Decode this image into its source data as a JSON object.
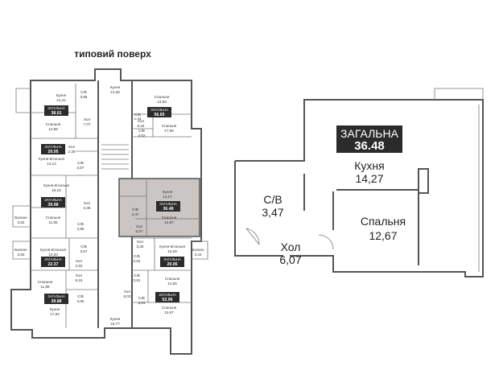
{
  "floor_title": "типовий поверх",
  "colors": {
    "highlight": "#c9c6c4",
    "badge": "#2b2b2b",
    "wall": "#555555"
  },
  "overview": {
    "rooms": [
      {
        "id": "a1-kitchen-l",
        "text": "Кухня"
      },
      {
        "id": "a1-kitchen-v",
        "text": "14,41"
      },
      {
        "id": "a1-total-t",
        "text": "ЗАГАЛЬНА"
      },
      {
        "id": "a1-total-v",
        "text": "38.01"
      },
      {
        "id": "a1-bath-l",
        "text": "С/В"
      },
      {
        "id": "a1-bath-v",
        "text": "3,85"
      },
      {
        "id": "a1-hall-l",
        "text": "Хол"
      },
      {
        "id": "a1-hall-v",
        "text": "7,07"
      },
      {
        "id": "a1-bed-l",
        "text": "Спальня"
      },
      {
        "id": "a1-bed-v",
        "text": "12,68"
      },
      {
        "id": "c-kitchen-l",
        "text": "Кухня"
      },
      {
        "id": "c-kitchen-v",
        "text": "13,28"
      },
      {
        "id": "a2-bed1-l",
        "text": "Спальня"
      },
      {
        "id": "a2-bed1-v",
        "text": "13,59"
      },
      {
        "id": "a2-total-t",
        "text": "ЗАГАЛЬНА"
      },
      {
        "id": "a2-total-v",
        "text": "56.65"
      },
      {
        "id": "a2-bath1-l",
        "text": "С/В"
      },
      {
        "id": "a2-bath1-v",
        "text": "1,44"
      },
      {
        "id": "a2-hall-l",
        "text": "Хол"
      },
      {
        "id": "a2-hall-v",
        "text": "6,34"
      },
      {
        "id": "a2-bath2-l",
        "text": "С/В"
      },
      {
        "id": "a2-bath2-v",
        "text": "3,62"
      },
      {
        "id": "a2-bed2-l",
        "text": "Спальня"
      },
      {
        "id": "a2-bed2-v",
        "text": "17,96"
      },
      {
        "id": "a3-total-t",
        "text": "ЗАГАЛЬНА"
      },
      {
        "id": "a3-total-v",
        "text": "20.05"
      },
      {
        "id": "a3-hall-l",
        "text": "Хол"
      },
      {
        "id": "a3-hall-v",
        "text": "2,25"
      },
      {
        "id": "a3-kl-l",
        "text": "Кухня-вітальня"
      },
      {
        "id": "a3-kl-v",
        "text": "14,14"
      },
      {
        "id": "a3-bath-l",
        "text": "С/В"
      },
      {
        "id": "a3-bath-v",
        "text": "3,57"
      },
      {
        "id": "a4-kl-l",
        "text": "Кухня-вітальня"
      },
      {
        "id": "a4-kl-v",
        "text": "19,16"
      },
      {
        "id": "a4-total-t",
        "text": "ЗАГАЛЬНА"
      },
      {
        "id": "a4-total-v",
        "text": "39.98"
      },
      {
        "id": "a4-hall-l",
        "text": "Хол"
      },
      {
        "id": "a4-hall-v",
        "text": "3,35"
      },
      {
        "id": "a4-balc-l",
        "text": "Балкон"
      },
      {
        "id": "a4-balc-v",
        "text": "3,52"
      },
      {
        "id": "a4-bed-l",
        "text": "Спальня"
      },
      {
        "id": "a4-bed-v",
        "text": "11,55"
      },
      {
        "id": "a4-bath-l",
        "text": "С/В"
      },
      {
        "id": "a4-bath-v",
        "text": "3,85"
      },
      {
        "id": "hl-bath-l",
        "text": "С/В"
      },
      {
        "id": "hl-bath-v",
        "text": "3,47"
      },
      {
        "id": "hl-kitchen-l",
        "text": "Кухня"
      },
      {
        "id": "hl-kitchen-v",
        "text": "14,27"
      },
      {
        "id": "hl-total-t",
        "text": "ЗАГАЛЬНА"
      },
      {
        "id": "hl-total-v",
        "text": "36.48"
      },
      {
        "id": "hl-bed-l",
        "text": "Спальня"
      },
      {
        "id": "hl-bed-v",
        "text": "12,67"
      },
      {
        "id": "hl-hall-l",
        "text": "Хол"
      },
      {
        "id": "hl-hall-v",
        "text": "6,07"
      },
      {
        "id": "a5-balc-l",
        "text": "Балкон"
      },
      {
        "id": "a5-balc-v",
        "text": "3,93"
      },
      {
        "id": "a5-kl-l",
        "text": "Кухня-вітальня"
      },
      {
        "id": "a5-kl-v",
        "text": "12,00"
      },
      {
        "id": "a5-bath-l",
        "text": "С/В"
      },
      {
        "id": "a5-bath-v",
        "text": "3,67"
      },
      {
        "id": "a5-total-t",
        "text": "ЗАГАЛЬНА"
      },
      {
        "id": "a5-total-v",
        "text": "22.37"
      },
      {
        "id": "a5-hall-l",
        "text": "Хол"
      },
      {
        "id": "a5-hall-v",
        "text": "2,82"
      },
      {
        "id": "a6-hall-l",
        "text": "Хол"
      },
      {
        "id": "a6-hall-v",
        "text": "3,26"
      },
      {
        "id": "a6-kl-l",
        "text": "Кухня-вітальня"
      },
      {
        "id": "a6-kl-v",
        "text": "10,09"
      },
      {
        "id": "a6-total-t",
        "text": "ЗАГАЛЬНА"
      },
      {
        "id": "a6-total-v",
        "text": "20.06"
      },
      {
        "id": "a6-balc-l",
        "text": "Балкон"
      },
      {
        "id": "a6-balc-v",
        "text": "3,44"
      },
      {
        "id": "a6-bath-l",
        "text": "С/В"
      },
      {
        "id": "a6-bath-v",
        "text": "2,81"
      },
      {
        "id": "a7-bed-l",
        "text": "Спальня"
      },
      {
        "id": "a7-bed-v",
        "text": "11,96"
      },
      {
        "id": "a7-total-t",
        "text": "ЗАГАЛЬНА"
      },
      {
        "id": "a7-total-v",
        "text": "39.88"
      },
      {
        "id": "a7-hall-l",
        "text": "Хол"
      },
      {
        "id": "a7-hall-v",
        "text": "6,15"
      },
      {
        "id": "a7-bath-l",
        "text": "С/В"
      },
      {
        "id": "a7-bath-v",
        "text": "3,65"
      },
      {
        "id": "a7-kitchen-l",
        "text": "Кухня"
      },
      {
        "id": "a7-kitchen-v",
        "text": "17,82"
      },
      {
        "id": "a8-bath1-l",
        "text": "С/В"
      },
      {
        "id": "a8-bath1-v",
        "text": "3,81"
      },
      {
        "id": "a8-hall-l",
        "text": "Хол"
      },
      {
        "id": "a8-hall-v",
        "text": "8,03"
      },
      {
        "id": "a8-bed1-l",
        "text": "Спальня"
      },
      {
        "id": "a8-bed1-v",
        "text": "14,55"
      },
      {
        "id": "a8-total-t",
        "text": "ЗАГАЛЬНА"
      },
      {
        "id": "a8-total-v",
        "text": "52.96"
      },
      {
        "id": "a8-bath2-l",
        "text": "С/В"
      },
      {
        "id": "a8-bath2-v",
        "text": "3,04"
      },
      {
        "id": "a8-kitchen-l",
        "text": "Кухня"
      },
      {
        "id": "a8-kitchen-v",
        "text": "15,77"
      },
      {
        "id": "a8-bed2-l",
        "text": "Спальня"
      },
      {
        "id": "a8-bed2-v",
        "text": "10,87"
      }
    ]
  },
  "detail": {
    "total_title": "ЗАГАЛЬНА",
    "total_value": "36.48",
    "kitchen_label": "Кухня",
    "kitchen_area": "14,27",
    "bath_label": "С/В",
    "bath_area": "3,47",
    "bedroom_label": "Спальня",
    "bedroom_area": "12,67",
    "hall_label": "Хол",
    "hall_area": "6,07"
  }
}
